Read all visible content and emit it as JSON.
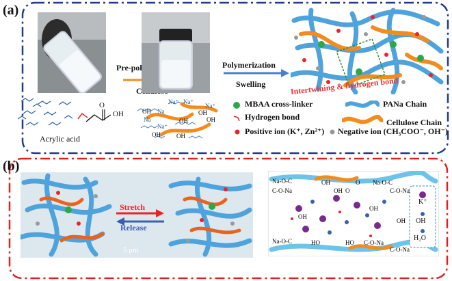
{
  "panel_a": {
    "label": "(a)",
    "arrow1_top": "Pre-polymerization",
    "arrow1_bottom": "Cellulose",
    "arrow2_top": "Polymerization",
    "arrow2_bottom": "Swelling",
    "intertwining": "Intertwining & hydrogen bond",
    "acrylic_acid": "Acrylic acid",
    "acid_o": "O",
    "acid_oh": "OH",
    "legend": {
      "mbaa": "MBAA cross-linker",
      "pana": "PANa Chain",
      "hbond": "Hydrogen bond",
      "cellulose": "Cellulose Chain",
      "pos_ion": "Positive ion (K⁺, Zn²⁺)",
      "neg_ion": "Negative ion (CH₃COO⁻, OH⁻)"
    },
    "na_oh_labels": [
      "Na⁺",
      "Na⁺",
      "OH",
      "Na",
      "Na",
      "Na⁺",
      "OH",
      "Na⁺",
      "OH",
      "OH",
      "OH",
      "OH"
    ]
  },
  "panel_b": {
    "label": "(b)",
    "stretch": "Stretch",
    "release": "Release",
    "scale": "5 μm",
    "legend": {
      "k": "K⁺",
      "oh": "OH",
      "h2o": "H₂O"
    },
    "chem_labels": [
      "Na-O-C",
      "C-O-Na",
      "OH",
      "O",
      "OH",
      "Na-O-C",
      "O",
      "C-O-Na",
      "Na-O-C",
      "HO",
      "HO",
      "C-O-Na",
      "C-O-Na",
      "OH",
      "OH",
      "OH"
    ]
  },
  "colors": {
    "frame_a": "#1f3b8c",
    "frame_b": "#e02020",
    "chain": "#4fa3dc",
    "cellulose": "#f28c1e",
    "pos": "#e22",
    "neg": "#999",
    "mbaa": "#2aa84a",
    "kion": "#7a2a8f"
  }
}
